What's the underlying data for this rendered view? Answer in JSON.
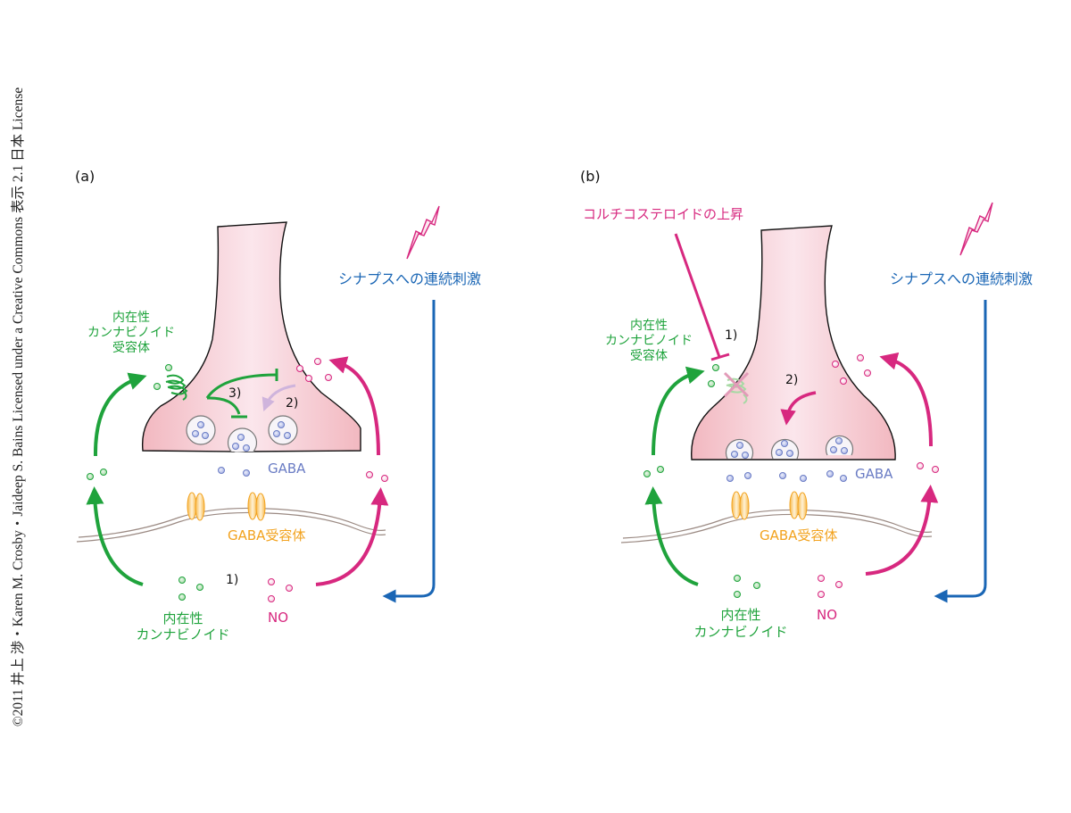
{
  "credit": "©2011 井上 渉・Karen M. Crosby・Jaideep S. Bains Licensed under a Creative Commons 表示 2.1 日本 License",
  "colors": {
    "green": "#1fa33c",
    "magenta": "#d7287f",
    "blue": "#1a66b5",
    "gaba": "#6a7cc4",
    "receptor": "#f2a21e",
    "terminal": "#f3c6cd",
    "membrane": "#9b8a83",
    "lavender": "#cfb4dc",
    "text": "#111111"
  },
  "panels": [
    {
      "id": "a",
      "label": "(a)",
      "stimulus_label": "シナプスへの連続刺激",
      "ecb_receptor_label": [
        "内在性",
        "カンナビノイド",
        "受容体"
      ],
      "gaba_label": "GABA",
      "gaba_receptor_label": "GABA受容体",
      "ecb_label": [
        "内在性",
        "カンナビノイド"
      ],
      "no_label": "NO",
      "steps": [
        "1)",
        "2)",
        "3)"
      ]
    },
    {
      "id": "b",
      "label": "(b)",
      "corticosteroid_label": "コルチコステロイドの上昇",
      "stimulus_label": "シナプスへの連続刺激",
      "ecb_receptor_label": [
        "内在性",
        "カンナビノイド",
        "受容体"
      ],
      "gaba_label": "GABA",
      "gaba_receptor_label": "GABA受容体",
      "ecb_label": [
        "内在性",
        "カンナビノイド"
      ],
      "no_label": "NO",
      "steps": [
        "1)",
        "2)"
      ]
    }
  ]
}
